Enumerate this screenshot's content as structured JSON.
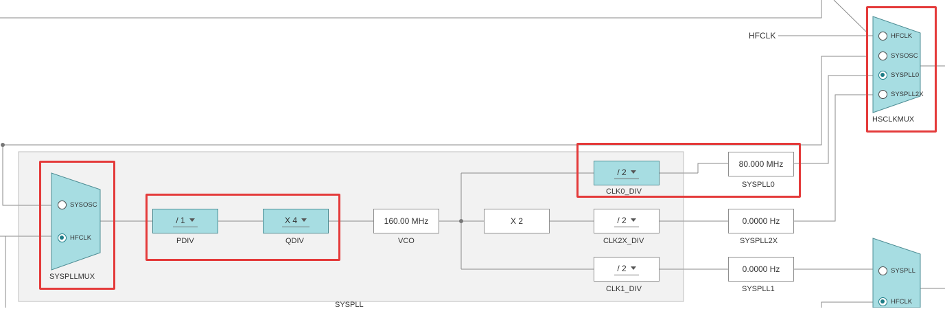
{
  "highlight_color": "#e43a3a",
  "mux_fill_color": "#a7dde2",
  "sysplllmux": {
    "label": "SYSPLLMUX",
    "options": [
      "SYSOSC",
      "HFCLK"
    ],
    "selected": "HFCLK"
  },
  "hsclkmux": {
    "label": "HSCLKMUX",
    "options": [
      "HFCLK",
      "SYSOSC",
      "SYSPLL0",
      "SYSPLL2X"
    ],
    "selected": "SYSPLL0"
  },
  "lower_mux": {
    "options": [
      "SYSPLL",
      "HFCLK"
    ],
    "selected": "HFCLK"
  },
  "hfclk_input_label": "HFCLK",
  "syspll_group_label": "SYSPLL",
  "pdiv": {
    "value": "/ 1",
    "label": "PDIV"
  },
  "qdiv": {
    "value": "X 4",
    "label": "QDIV"
  },
  "vco": {
    "value": "160.00 MHz",
    "label": "VCO"
  },
  "x2": {
    "value": "X 2"
  },
  "clk0_div": {
    "value": "/ 2",
    "label": "CLK0_DIV"
  },
  "clk2x_div": {
    "value": "/ 2",
    "label": "CLK2X_DIV"
  },
  "clk1_div": {
    "value": "/ 2",
    "label": "CLK1_DIV"
  },
  "syspll0": {
    "value": "80.000 MHz",
    "label": "SYSPLL0"
  },
  "syspll2x": {
    "value": "0.0000 Hz",
    "label": "SYSPLL2X"
  },
  "syspll1": {
    "value": "0.0000 Hz",
    "label": "SYSPLL1"
  }
}
